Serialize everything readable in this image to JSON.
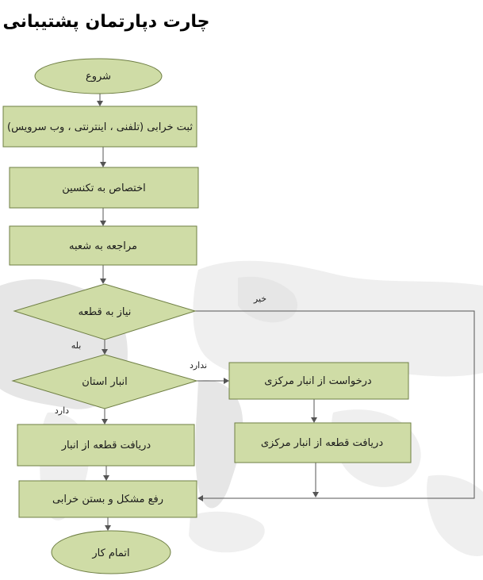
{
  "title": "چارت دپارتمان پشتیبانی",
  "nodes": {
    "start": "شروع",
    "register": "ثبت خرابی (تلفنی ، اینترنتی ، وب سرویس)",
    "assign": "اختصاص به تکنسین",
    "visit": "مراجعه به شعبه",
    "need_part": "نیاز به قطعه",
    "province_warehouse": "انبار استان",
    "request_central": "درخواست از انبار مرکزی",
    "receive_central": "دریافت قطعه از انبار مرکزی",
    "receive_warehouse": "دریافت قطعه از انبار",
    "fix": "رفع مشکل و بستن خرابی",
    "end": "اتمام کار"
  },
  "edges": {
    "no": "خیر",
    "yes": "بله",
    "not_available": "ندارد",
    "available": "دارد"
  },
  "colors": {
    "node_fill": "#cfdca6",
    "node_stroke": "#6f7f44",
    "line": "#555555"
  }
}
